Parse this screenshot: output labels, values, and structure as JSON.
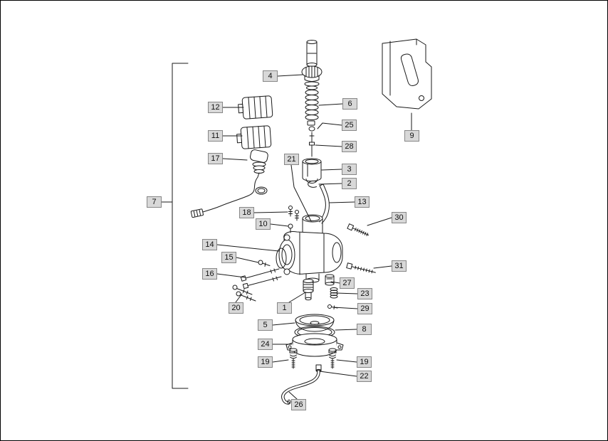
{
  "diagram": {
    "kind": "exploded-parts-diagram",
    "subject": "carburetor assembly"
  },
  "style": {
    "background": "#ffffff",
    "frame_color": "#000000",
    "line_color": "#1a1a1a",
    "callout_fill": "#d8d8d8",
    "callout_border": "#878787",
    "callout_text": "#111111"
  },
  "callouts": {
    "c1": "1",
    "c2": "2",
    "c3": "3",
    "c4": "4",
    "c5": "5",
    "c6": "6",
    "c7": "7",
    "c8": "8",
    "c9": "9",
    "c10": "10",
    "c11": "11",
    "c12": "12",
    "c13": "13",
    "c14": "14",
    "c15": "15",
    "c16": "16",
    "c17": "17",
    "c18": "18",
    "c19a": "19",
    "c19b": "19",
    "c20": "20",
    "c21": "21",
    "c22": "22",
    "c23": "23",
    "c24": "24",
    "c25": "25",
    "c26": "26",
    "c27": "27",
    "c28": "28",
    "c29": "29",
    "c30": "30",
    "c31": "31"
  }
}
